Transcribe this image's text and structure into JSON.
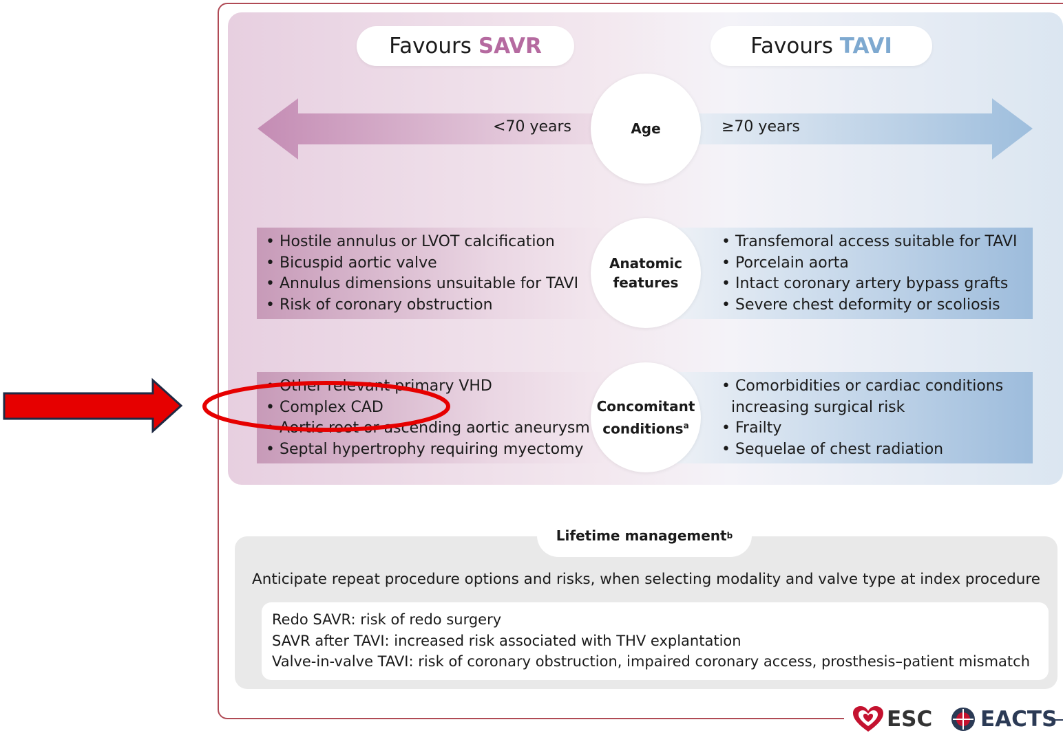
{
  "header": {
    "savr_prefix": "Favours ",
    "savr_accent": "SAVR",
    "tavi_prefix": "Favours ",
    "tavi_accent": "TAVI"
  },
  "age": {
    "label": "Age",
    "left_text": "<70 years",
    "right_text": "≥70 years"
  },
  "anatomic": {
    "label_line1": "Anatomic",
    "label_line2": "features",
    "left_items": [
      "Hostile annulus or LVOT calcification",
      "Bicuspid aortic valve",
      "Annulus dimensions unsuitable for TAVI",
      "Risk of coronary obstruction"
    ],
    "right_items": [
      "Transfemoral access suitable for TAVI",
      "Porcelain aorta",
      "Intact coronary artery bypass grafts",
      "Severe chest deformity or scoliosis"
    ]
  },
  "concomitant": {
    "label_line1": "Concomitant",
    "label_line2": "conditions",
    "label_sup": "a",
    "left_items": [
      "Other relevant primary VHD",
      "Complex CAD",
      "Aortic root or ascending aortic aneurysm",
      "Septal hypertrophy requiring myectomy"
    ],
    "right_items": [
      "Comorbidities or cardiac conditions",
      "increasing surgical risk",
      "Frailty",
      "Sequelae of chest radiation"
    ]
  },
  "lifetime": {
    "title": "Lifetime management",
    "title_sup": "b",
    "statement": "Anticipate repeat procedure options and risks, when selecting modality and valve type at index procedure",
    "lines": [
      "Redo SAVR: risk of redo surgery",
      "SAVR after TAVI: increased risk associated with THV explantation",
      "Valve-in-valve TAVI: risk of coronary obstruction, impaired coronary access, prosthesis–patient mismatch"
    ]
  },
  "logos": {
    "esc": "ESC",
    "eacts": "EACTS"
  },
  "colors": {
    "savr_accent": "#b56aa0",
    "tavi_accent": "#7ea9d0",
    "annotation_red": "#e00000",
    "frame": "#b04a55"
  }
}
